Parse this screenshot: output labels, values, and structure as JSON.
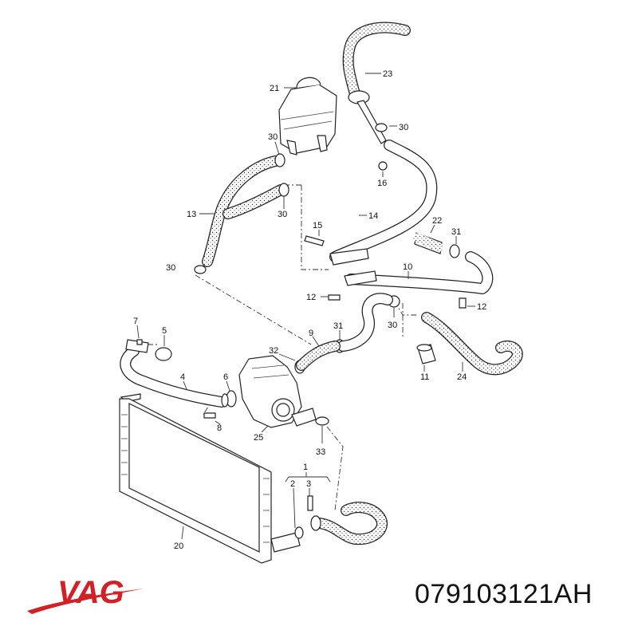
{
  "callouts": [
    {
      "id": "c23",
      "text": "23"
    },
    {
      "id": "c21",
      "text": "21"
    },
    {
      "id": "c30a",
      "text": "30"
    },
    {
      "id": "c30b",
      "text": "30"
    },
    {
      "id": "c30c",
      "text": "30"
    },
    {
      "id": "c16",
      "text": "16"
    },
    {
      "id": "c13",
      "text": "13"
    },
    {
      "id": "c14",
      "text": "14"
    },
    {
      "id": "c15",
      "text": "15"
    },
    {
      "id": "c22",
      "text": "22"
    },
    {
      "id": "c31a",
      "text": "31"
    },
    {
      "id": "c30d",
      "text": "30"
    },
    {
      "id": "c10",
      "text": "10"
    },
    {
      "id": "c12a",
      "text": "12"
    },
    {
      "id": "c12b",
      "text": "12"
    },
    {
      "id": "c30e",
      "text": "30"
    },
    {
      "id": "c7",
      "text": "7"
    },
    {
      "id": "c5",
      "text": "5"
    },
    {
      "id": "c9",
      "text": "9"
    },
    {
      "id": "c31b",
      "text": "31"
    },
    {
      "id": "c32",
      "text": "32"
    },
    {
      "id": "c4",
      "text": "4"
    },
    {
      "id": "c6",
      "text": "6"
    },
    {
      "id": "c11",
      "text": "11"
    },
    {
      "id": "c24",
      "text": "24"
    },
    {
      "id": "c8",
      "text": "8"
    },
    {
      "id": "c25",
      "text": "25"
    },
    {
      "id": "c33",
      "text": "33"
    },
    {
      "id": "c1",
      "text": "1"
    },
    {
      "id": "c2",
      "text": "2"
    },
    {
      "id": "c3",
      "text": "3"
    },
    {
      "id": "c20",
      "text": "20"
    }
  ],
  "brand": {
    "logo_text": "VAG",
    "logo_color": "#d32027"
  },
  "part_number": "079103121AH"
}
